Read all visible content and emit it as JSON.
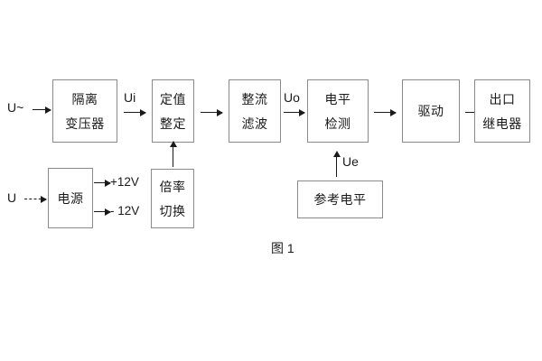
{
  "diagram": {
    "caption": "图 1",
    "blocks": [
      {
        "id": "isolation-transformer",
        "lines": [
          "隔离",
          "变压器"
        ]
      },
      {
        "id": "setting-value",
        "lines": [
          "定值",
          "整定"
        ]
      },
      {
        "id": "rectify-filter",
        "lines": [
          "整流",
          "滤波"
        ]
      },
      {
        "id": "level-detection",
        "lines": [
          "电平",
          "检测"
        ]
      },
      {
        "id": "drive",
        "lines": [
          "驱动"
        ]
      },
      {
        "id": "output-relay",
        "lines": [
          "出口",
          "继电器"
        ]
      },
      {
        "id": "power-supply",
        "lines": [
          "电源"
        ]
      },
      {
        "id": "multiplier-switch",
        "lines": [
          "倍率",
          "切换"
        ]
      },
      {
        "id": "reference-level",
        "lines": [
          "参考电平"
        ]
      }
    ],
    "signals": {
      "ac_input": "U~",
      "dc_input": "U",
      "ui": "Ui",
      "uo": "Uo",
      "ue": "Ue",
      "pos_supply": "+12V",
      "neg_supply": "- 12V"
    }
  }
}
